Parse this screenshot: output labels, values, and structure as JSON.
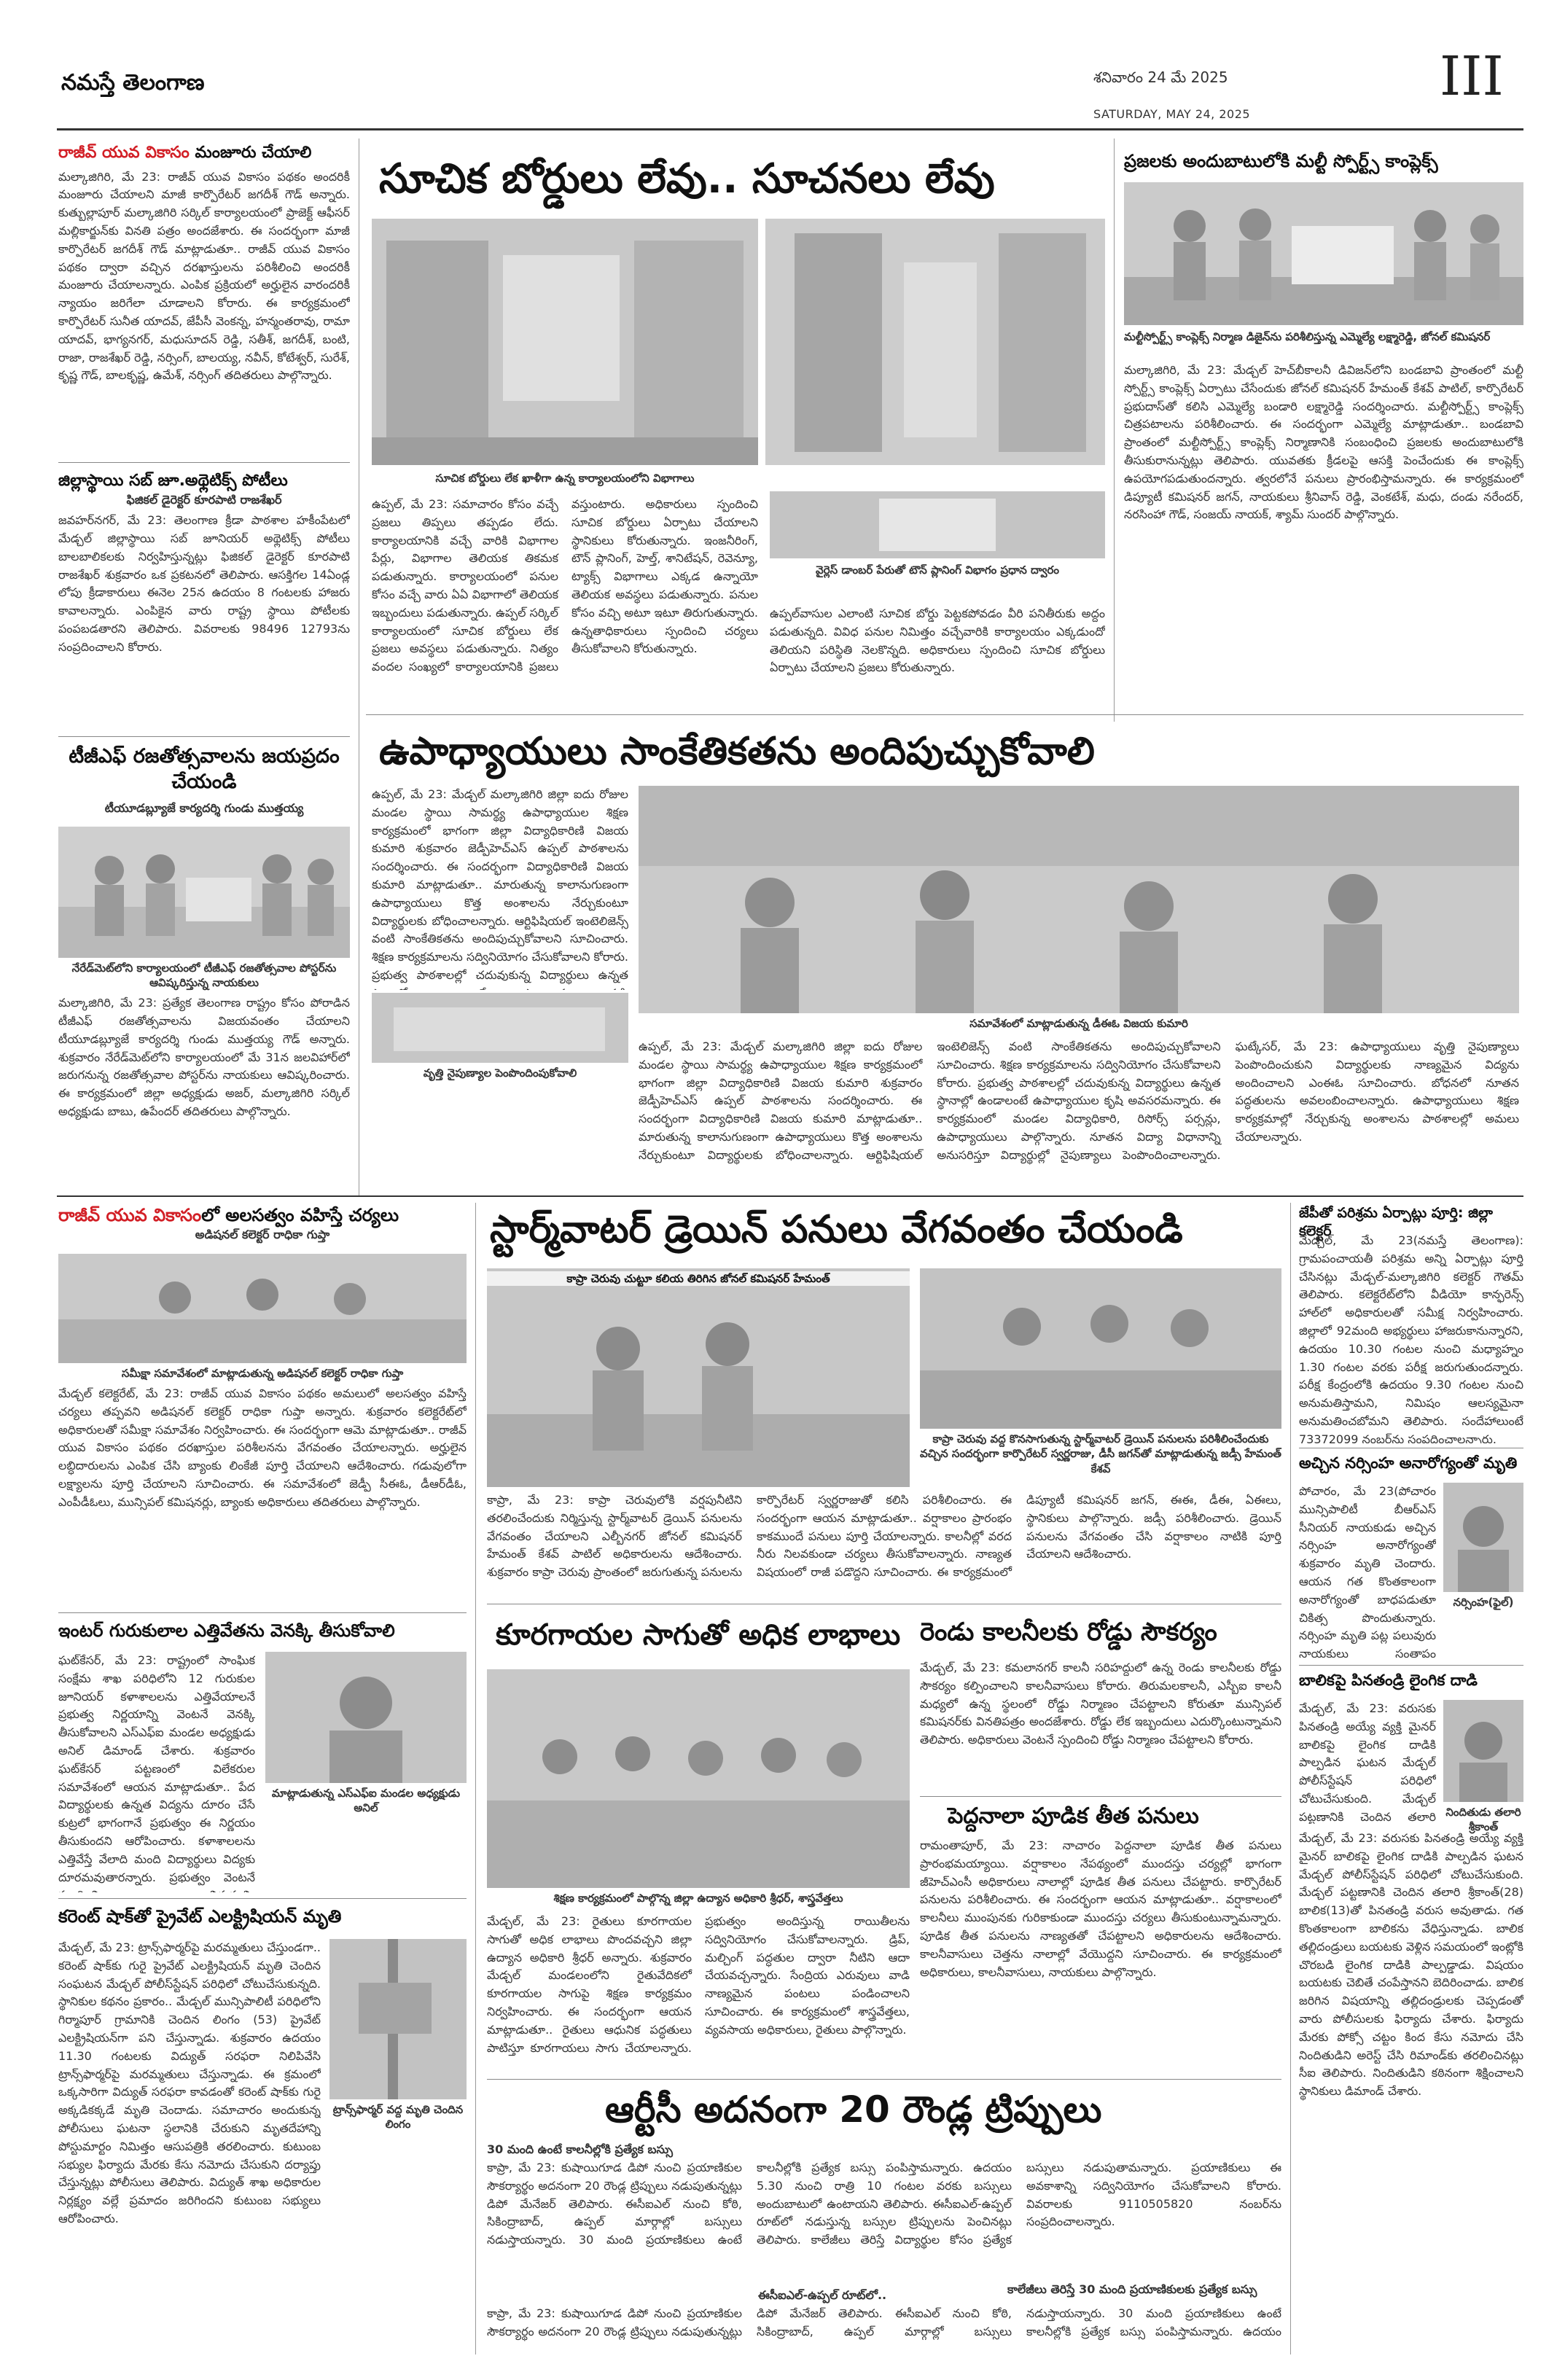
{
  "masthead": "నమస్తే తెలంగాణ",
  "page_number": "III",
  "date_te": "శనివారం 24 మే 2025",
  "date_en": "SATURDAY, MAY 24, 2025",
  "s1": {
    "kicker": "రాజీవ్ యువ వికాసం",
    "headline": "మంజూరు చేయాలి",
    "body": "మల్కాజిగిరి, మే 23: రాజీవ్ యువ వికాసం పథకం అందరికీ మంజూరు చేయాలని మాజీ కార్పొరేటర్ జగదీశ్ గౌడ్ అన్నారు. కుత్బుల్లాపూర్ మల్కాజిగిరి సర్కిల్ కార్యాలయంలో ప్రాజెక్ట్ ఆఫీసర్ మల్లికార్జున్‌కు వినతి పత్రం అందజేశారు. ఈ సందర్భంగా మాజీ కార్పొరేటర్ జగదీశ్ గౌడ్ మాట్లాడుతూ.. రాజీవ్ యువ వికాసం పథకం ద్వారా వచ్చిన దరఖాస్తులను పరిశీలించి అందరికీ మంజూరు చేయాలన్నారు. ఎంపిక ప్రక్రియలో అర్హులైన వారందరికీ న్యాయం జరిగేలా చూడాలని కోరారు. ఈ కార్యక్రమంలో కార్పొరేటర్ సునీత యాదవ్, జేపీసీ వెంకన్న, హన్మంతరావు, రామా యాదవ్, భాగ్యనగర్, మధుసూదన్ రెడ్డి, సతీశ్, జగదీశ్, బంటి, రాజా, రాజశేఖర్ రెడ్డి, నర్సింగ్, బాలయ్య, నవీన్, కోటేశ్వర్, సురేశ్, కృష్ణ గౌడ్, బాలకృష్ణ, ఉమేశ్, నర్సింగ్ తదితరులు పాల్గొన్నారు."
  },
  "s2": {
    "headline": "జిల్లాస్థాయి సబ్ జూ.అథ్లెటిక్స్ పోటీలు",
    "sub": "ఫిజికల్ డైరెక్టర్ కూరపాటి రాజశేఖర్",
    "body": "జవహర్‌నగర్, మే 23: తెలంగాణ క్రీడా పాఠశాల హకీంపేటలో మేడ్చల్ జిల్లాస్థాయి సబ్ జూనియర్ అథ్లెటిక్స్ పోటీలు బాలబాలికలకు నిర్వహిస్తున్నట్లు ఫిజికల్ డైరెక్టర్ కూరపాటి రాజశేఖర్ శుక్రవారం ఒక ప్రకటనలో తెలిపారు. ఆసక్తిగల 14ఏండ్ల లోపు క్రీడాకారులు ఈనెల 25న ఉదయం 8 గంటలకు హాజరు కావాలన్నారు. ఎంపికైన వారు రాష్ట్ర స్థాయి పోటీలకు పంపబడతారని తెలిపారు. వివరాలకు 98496 12793ను సంప్రదించాలని కోరారు."
  },
  "s3": {
    "headline": "టీజీఎఫ్ రజతోత్సవాలను జయప్రదం చేయండి",
    "sub": "టీయూడబ్ల్యూజే కార్యదర్శి గుండు ముత్తయ్య",
    "caption": "నేరేడ్‌మెట్‌లోని కార్యాలయంలో టీజీఎఫ్ రజతోత్సవాల పోస్టర్‌ను ఆవిష్కరిస్తున్న నాయకులు",
    "body": "మల్కాజిగిరి, మే 23: ప్రత్యేక తెలంగాణ రాష్ట్రం కోసం పోరాడిన టీజీఎఫ్ రజతోత్సవాలను విజయవంతం చేయాలని టీయూడబ్ల్యూజే కార్యదర్శి గుండు ముత్తయ్య గౌడ్ అన్నారు. శుక్రవారం నేరేడ్‌మెట్‌లోని కార్యాలయంలో మే 31న జలవిహార్‌లో జరుగనున్న రజతోత్సవాల పోస్టర్‌ను నాయకులు ఆవిష్కరించారు. ఈ కార్యక్రమంలో జిల్లా అధ్యక్షుడు అజర్, మల్కాజిగిరి సర్కిల్ అధ్యక్షుడు బాబు, ఉపేందర్ తదితరులు పాల్గొన్నారు."
  },
  "s4": {
    "headline": "సూచిక బోర్డులు లేవు.. సూచనలు లేవు",
    "caption": "సూచిక బోర్డులు లేక ఖాళీగా ఉన్న కార్యాలయంలోని విభాగాలు",
    "body": "ఉప్పల్, మే 23: సమాచారం కోసం వచ్చే ప్రజలు తిప్పలు తప్పడం లేదు. కార్యాలయానికి వచ్చే వారికి విభాగాల పేర్లు, విభాగాల తెలియక తికమక పడుతున్నారు. కార్యాలయంలో పనుల కోసం వచ్చే వారు ఏఏ విభాగాలో తెలియక ఇబ్బందులు పడుతున్నారు. ఉప్పల్ సర్కిల్ కార్యాలయంలో సూచిక బోర్డులు లేక ప్రజలు అవస్థలు పడుతున్నారు. నిత్యం వందల సంఖ్యలో కార్యాలయానికి ప్రజలు వస్తుంటారు. అధికారులు స్పందించి సూచిక బోర్డులు ఏర్పాటు చేయాలని స్థానికులు కోరుతున్నారు. ఇంజనీరింగ్, టౌన్ ప్లానింగ్, హెల్త్, శానిటేషన్, రెవెన్యూ, ట్యాక్స్ విభాగాలు ఎక్కడ ఉన్నాయో తెలియక అవస్థలు పడుతున్నారు. పనుల కోసం వచ్చి అటూ ఇటూ తిరుగుతున్నారు. ఉన్నతాధికారులు స్పందించి చర్యలు తీసుకోవాలని కోరుతున్నారు.",
    "sidebar_caption": "వైర్లెస్ డాంబర్ పేరుతో టౌన్ ప్లానింగ్ విభాగం ప్రధాన ద్వారం",
    "sidebar_body": "ఉప్పల్‌వాసుల ఎలాంటి సూచిక బోర్డు పెట్టకపోవడం వీరి పనితీరుకు అద్దం పడుతున్నది. వివిధ పనుల నిమిత్తం వచ్చేవారికి కార్యాలయం ఎక్కడుందో తెలియని పరిస్థితి నెలకొన్నది. అధికారులు స్పందించి సూచిక బోర్డులు ఏర్పాటు చేయాలని ప్రజలు కోరుతున్నారు."
  },
  "s5": {
    "headline": "ప్రజలకు అందుబాటులోకి మల్టీ స్పోర్ట్స్ కాంప్లెక్స్",
    "caption": "మల్టీస్పోర్ట్స్ కాంప్లెక్స్ నిర్మాణ డిజైన్‌ను పరిశీలిస్తున్న ఎమ్మెల్యే లక్ష్మారెడ్డి, జోనల్ కమిషనర్",
    "body": "మల్కాజిగిరి, మే 23: మేడ్చల్ హెచ్‌బీకాలనీ డివిజన్‌లోని బండబావి ప్రాంతంలో మల్టీ స్పోర్ట్స్ కాంప్లెక్స్ ఏర్పాటు చేసేందుకు జోనల్ కమిషనర్ హేమంత్ కేశవ్ పాటిల్, కార్పొరేటర్ ప్రభుదాస్‌తో కలిసి ఎమ్మెల్యే బండారి లక్ష్మారెడ్డి సందర్శించారు. మల్టీస్పోర్ట్స్ కాంప్లెక్స్ చిత్రపటాలను పరిశీలించారు. ఈ సందర్భంగా ఎమ్మెల్యే మాట్లాడుతూ.. బండబావి ప్రాంతంలో మల్టీస్పోర్ట్స్ కాంప్లెక్స్ నిర్మాణానికి సంబంధించి ప్రజలకు అందుబాటులోకి తీసుకురానున్నట్లు తెలిపారు. యువతకు క్రీడలపై ఆసక్తి పెంచేందుకు ఈ కాంప్లెక్స్ ఉపయోగపడుతుందన్నారు. త్వరలోనే పనులు ప్రారంభిస్తామన్నారు. ఈ కార్యక్రమంలో డిప్యూటీ కమిషనర్ జగన్, నాయకులు శ్రీనివాస్ రెడ్డి, వెంకటేశ్, మధు, దండు నరేందర్, నరసింహా గౌడ్, సంజయ్ నాయక్, శ్యామ్ సుందర్ పాల్గొన్నారు."
  },
  "s6": {
    "headline": "ఉపాధ్యాయులు సాంకేతికతను అందిపుచ్చుకోవాలి",
    "caption1": "వృత్తి నైపుణ్యాల పెంపొందింపుకోవాలి",
    "caption2": "సమావేశంలో మాట్లాడుతున్న డీఈఓ విజయ కుమారి",
    "body": "ఉప్పల్, మే 23: మేడ్చల్ మల్కాజిగిరి జిల్లా ఐదు రోజుల మండల స్థాయి సామర్థ్య ఉపాధ్యాయుల శిక్షణ కార్యక్రమంలో భాగంగా జిల్లా విద్యాధికారిణి విజయ కుమారి శుక్రవారం జెడ్పీహెచ్ఎస్ ఉప్పల్ పాఠశాలను సందర్శించారు. ఈ సందర్భంగా విద్యాధికారిణి విజయ కుమారి మాట్లాడుతూ.. మారుతున్న కాలానుగుణంగా ఉపాధ్యాయులు కొత్త అంశాలను నేర్చుకుంటూ విద్యార్థులకు బోధించాలన్నారు. ఆర్టిఫిషియల్ ఇంటెలిజెన్స్ వంటి సాంకేతికతను అందిపుచ్చుకోవాలని సూచించారు. శిక్షణ కార్యక్రమాలను సద్వినియోగం చేసుకోవాలని కోరారు. ప్రభుత్వ పాఠశాలల్లో చదువుకున్న విద్యార్థులు ఉన్నత స్థానాల్లో ఉండాలంటే ఉపాధ్యాయుల కృషి అవసరమన్నారు. ఈ కార్యక్రమంలో మండల విద్యాధికారి, రిసోర్స్ పర్సన్లు, ఉపాధ్యాయులు పాల్గొన్నారు. నూతన విద్యా విధానాన్ని అనుసరిస్తూ విద్యార్థుల్లో నైపుణ్యాలు పెంపొందించాలన్నారు. ఘట్కేసర్, మే 23: ఉపాధ్యాయులు వృత్తి నైపుణ్యాలు పెంపొందించుకుని విద్యార్థులకు నాణ్యమైన విద్యను అందించాలని ఎంఈఓ సూచించారు. బోధనలో నూతన పద్ధతులను అవలంబించాలన్నారు. ఉపాధ్యాయులు శిక్షణ కార్యక్రమాల్లో నేర్చుకున్న అంశాలను పాఠశాలల్లో అమలు చేయాలన్నారు."
  },
  "s7": {
    "kicker": "రాజీవ్ యువ వికాసం",
    "headline": "లో అలసత్వం వహిస్తే చర్యలు",
    "sub": "అడిషనల్ కలెక్టర్ రాధికా గుప్తా",
    "caption": "సమీక్షా సమావేశంలో మాట్లాడుతున్న అడిషనల్ కలెక్టర్ రాధికా గుప్తా",
    "body": "మేడ్చల్ కలెక్టరేట్, మే 23: రాజీవ్ యువ వికాసం పథకం అమలులో అలసత్వం వహిస్తే చర్యలు తప్పవని అడిషనల్ కలెక్టర్ రాధికా గుప్తా అన్నారు. శుక్రవారం కలెక్టరేట్‌లో అధికారులతో సమీక్షా సమావేశం నిర్వహించారు. ఈ సందర్భంగా ఆమె మాట్లాడుతూ.. రాజీవ్ యువ వికాసం పథకం దరఖాస్తుల పరిశీలనను వేగవంతం చేయాలన్నారు. అర్హులైన లబ్ధిదారులను ఎంపిక చేసి బ్యాంకు లింకేజీ పూర్తి చేయాలని ఆదేశించారు. గడువులోగా లక్ష్యాలను పూర్తి చేయాలని సూచించారు. ఈ సమావేశంలో జెడ్పీ సీఈఓ, డీఆర్‌డీఓ, ఎంపీడీఓలు, మున్సిపల్ కమిషనర్లు, బ్యాంకు అధికారులు తదితరులు పాల్గొన్నారు."
  },
  "s8": {
    "headline": "ఇంటర్ గురుకులాల ఎత్తివేతను వెనక్కి తీసుకోవాలి",
    "caption": "మాట్లాడుతున్న ఎస్ఎఫ్ఐ మండల అధ్యక్షుడు అనిల్",
    "body": "ఘట్‌కేసర్, మే 23: రాష్ట్రంలో సాంఘిక సంక్షేమ శాఖ పరిధిలోని 12 గురుకుల జూనియర్ కళాశాలలను ఎత్తివేయాలనే ప్రభుత్వ నిర్ణయాన్ని వెంటనే వెనక్కి తీసుకోవాలని ఎస్ఎఫ్ఐ మండల అధ్యక్షుడు అనిల్ డిమాండ్ చేశారు. శుక్రవారం ఘట్‌కేసర్ పట్టణంలో విలేకరుల సమావేశంలో ఆయన మాట్లాడుతూ.. పేద విద్యార్థులకు ఉన్నత విద్యను దూరం చేసే కుట్రలో భాగంగానే ప్రభుత్వం ఈ నిర్ణయం తీసుకుందని ఆరోపించారు. కళాశాలలను ఎత్తివేస్తే వేలాది మంది విద్యార్థులు విద్యకు దూరమవుతారన్నారు. ప్రభుత్వం వెంటనే స్పందించి నిర్ణయాన్ని ఉపసంహరించుకోవాలని లేనిపక్షంలో ఉద్యమిస్తామని హెచ్చరించారు. ఈ కార్యక్రమంలో ఎస్ఎఫ్ఐ నాయకులు పాల్గొన్నారు."
  },
  "s9": {
    "headline": "కరెంట్ షాక్‌తో ప్రైవేట్ ఎలక్ట్రిషియన్ మృతి",
    "caption": "ట్రాన్స్‌ఫార్మర్ వద్ద మృతి చెందిన లింగం",
    "body": "మేడ్చల్, మే 23: ట్రాన్స్‌ఫార్మర్‌పై మరమ్మతులు చేస్తుండగా.. కరెంట్ షాక్‌కు గురై ప్రైవేట్ ఎలక్ట్రిషియన్ మృతి చెందిన సంఘటన మేడ్చల్ పోలీస్‌స్టేషన్ పరిధిలో చోటుచేసుకున్నది. స్థానికుల కథనం ప్రకారం.. మేడ్చల్ మున్సిపాలిటీ పరిధిలోని గిర్మాపూర్ గ్రామానికి చెందిన లింగం (53) ప్రైవేట్ ఎలక్ట్రిషియన్‌గా పని చేస్తున్నాడు. శుక్రవారం ఉదయం 11.30 గంటలకు విద్యుత్ సరఫరా నిలిపివేసి ట్రాన్స్‌ఫార్మర్‌పై మరమ్మతులు చేస్తున్నాడు. ఈ క్రమంలో ఒక్కసారిగా విద్యుత్ సరఫరా కావడంతో కరెంట్ షాక్‌కు గురై అక్కడికక్కడే మృతి చెందాడు. సమాచారం అందుకున్న పోలీసులు ఘటనా స్థలానికి చేరుకుని మృతదేహాన్ని పోస్టుమార్టం నిమిత్తం ఆసుపత్రికి తరలించారు. కుటుంబ సభ్యుల ఫిర్యాదు మేరకు కేసు నమోదు చేసుకుని దర్యాప్తు చేస్తున్నట్లు పోలీసులు తెలిపారు. విద్యుత్ శాఖ అధికారుల నిర్లక్ష్యం వల్లే ప్రమాదం జరిగిందని కుటుంబ సభ్యులు ఆరోపించారు."
  },
  "s10": {
    "headline": "స్టార్మ్‌వాటర్ డ్రెయిన్ పనులు వేగవంతం చేయండి",
    "caption1": "కాప్రా చెరువు చుట్టూ కలియ తిరిగిన జోనల్ కమిషనర్ హేమంత్",
    "caption2": "కాప్రా చెరువు వద్ద కొనసాగుతున్న స్టార్మ్‌వాటర్ డ్రెయిన్ పనులను పరిశీలించేందుకు వచ్చిన సందర్భంగా కార్పొరేటర్ స్వర్ణరాజు, డీసీ జగన్‌తో మాట్లాడుతున్న జడ్సీ హేమంత్ కేశవ్",
    "body": "కాప్రా, మే 23: కాప్రా చెరువులోకి వర్షపునీటిని తరలించేందుకు నిర్మిస్తున్న స్టార్మ్‌వాటర్ డ్రెయిన్ పనులను వేగవంతం చేయాలని ఎల్బీనగర్ జోనల్ కమిషనర్ హేమంత్ కేశవ్ పాటిల్ అధికారులను ఆదేశించారు. శుక్రవారం కాప్రా చెరువు ప్రాంతంలో జరుగుతున్న పనులను కార్పొరేటర్ స్వర్ణరాజుతో కలిసి పరిశీలించారు. ఈ సందర్భంగా ఆయన మాట్లాడుతూ.. వర్షాకాలం ప్రారంభం కాకముందే పనులు పూర్తి చేయాలన్నారు. కాలనీల్లో వరద నీరు నిలవకుండా చర్యలు తీసుకోవాలన్నారు. నాణ్యత విషయంలో రాజీ పడొద్దని సూచించారు. ఈ కార్యక్రమంలో డిప్యూటీ కమిషనర్ జగన్, ఈఈ, డీఈ, ఏఈలు, స్థానికులు పాల్గొన్నారు. జడ్సీ పరిశీలించారు. డ్రెయిన్ పనులను వేగవంతం చేసి వర్షాకాలం నాటికి పూర్తి చేయాలని ఆదేశించారు."
  },
  "s11": {
    "headline": "జేపీతో పరిశ్రమ ఏర్పాట్లు పూర్తి: జిల్లా కలెక్టర్",
    "body": "మేడ్చల్, మే 23(నమస్తే తెలంగాణ): గ్రామపంచాయతీ పరిశ్రమ అన్ని ఏర్పాట్లు పూర్తి చేసినట్లు మేడ్చల్-మల్కాజిగిరి కలెక్టర్ గౌతమ్ తెలిపారు. కలెక్టరేట్‌లోని వీడియో కాన్ఫరెన్స్ హాల్‌లో అధికారులతో సమీక్ష నిర్వహించారు. జిల్లాలో 92మంది అభ్యర్థులు హాజరుకానున్నారని, ఉదయం 10.30 గంటల నుంచి మధ్యాహ్నం 1.30 గంటల వరకు పరీక్ష జరుగుతుందన్నారు. పరీక్ష కేంద్రంలోకి ఉదయం 9.30 గంటల నుంచి అనుమతిస్తామని, నిమిషం ఆలస్యమైనా అనుమతించబోమని తెలిపారు. సందేహాలుంటే 73372099 నంబర్‌ను సంప్రదించాలన్నారు."
  },
  "s12": {
    "headline": "అచ్చిన నర్సింహ అనారోగ్యంతో మృతి",
    "caption": "నర్సింహ(ఫైల్)",
    "body": "పోచారం, మే 23(పోచారం మున్సిపాలిటీ బీఆర్ఎస్ సీనియర్ నాయకుడు అచ్చిన నర్సింహ అనారోగ్యంతో శుక్రవారం మృతి చెందారు. ఆయన గత కొంతకాలంగా అనారోగ్యంతో బాధపడుతూ చికిత్స పొందుతున్నారు. నర్సింహ మృతి పట్ల పలువురు నాయకులు సంతాపం తెలిపారు. ఆయన కుటుంబ సభ్యులను పరామర్శించారు. మాజీ ఎంపీపీ, బీఆర్ఎస్ నాయకులు, స్థానికులు ఆయన భౌతిక కాయానికి నివాళులర్పించారు."
  },
  "s13": {
    "headline": "బాలికపై పినతండ్రి లైంగిక దాడి",
    "caption": "నిందితుడు తలారి శ్రీకాంత్",
    "body": "మేడ్చల్, మే 23: వరుసకు పినతండ్రి అయ్యే వ్యక్తి మైనర్ బాలికపై లైంగిక దాడికి పాల్పడిన ఘటన మేడ్చల్ పోలీస్‌స్టేషన్ పరిధిలో చోటుచేసుకుంది. మేడ్చల్ పట్టణానికి చెందిన తలారి శ్రీకాంత్(28) బాలిక(13)తో పినతండ్రి వరుస అవుతాడు. గత కొంతకాలంగా బాలికను వేధిస్తున్నాడు. బాలిక తల్లిదండ్రులు బయటకు వెళ్లిన సమయంలో ఇంట్లోకి చొరబడి లైంగిక దాడికి పాల్పడ్డాడు. విషయం బయటకు చెబితే చంపేస్తానని బెదిరించాడు. బాలిక జరిగిన విషయాన్ని తల్లిదండ్రులకు చెప్పడంతో వారు పోలీసులకు ఫిర్యాదు చేశారు. ఫిర్యాదు మేరకు పోక్సో చట్టం కింద కేసు నమోదు చేసి నిందితుడిని అరెస్ట్ చేసి రిమాండ్‌కు తరలించినట్లు సీఐ తెలిపారు. నిందితుడిని కఠినంగా శిక్షించాలని స్థానికులు డిమాండ్ చేశారు."
  },
  "s14": {
    "headline": "కూరగాయల సాగుతో అధిక లాభాలు",
    "caption": "శిక్షణ కార్యక్రమంలో పాల్గొన్న జిల్లా ఉద్యాన అధికారి శ్రీధర్, శాస్త్రవేత్తలు",
    "body": "మేడ్చల్, మే 23: రైతులు కూరగాయల సాగుతో అధిక లాభాలు పొందవచ్చని జిల్లా ఉద్యాన అధికారి శ్రీధర్ అన్నారు. శుక్రవారం మేడ్చల్ మండలంలోని రైతువేదికలో కూరగాయల సాగుపై శిక్షణ కార్యక్రమం నిర్వహించారు. ఈ సందర్భంగా ఆయన మాట్లాడుతూ.. రైతులు ఆధునిక పద్ధతులు పాటిస్తూ కూరగాయలు సాగు చేయాలన్నారు. ప్రభుత్వం అందిస్తున్న రాయితీలను సద్వినియోగం చేసుకోవాలన్నారు. డ్రిప్, మల్చింగ్ పద్ధతుల ద్వారా నీటిని ఆదా చేయవచ్చన్నారు. సేంద్రియ ఎరువులు వాడి నాణ్యమైన పంటలు పండించాలని సూచించారు. ఈ కార్యక్రమంలో శాస్త్రవేత్తలు, వ్యవసాయ అధికారులు, రైతులు పాల్గొన్నారు."
  },
  "s15": {
    "headline": "రెండు కాలనీలకు రోడ్డు సౌకర్యం",
    "body": "మేడ్చల్, మే 23: కమలానగర్ కాలనీ సరిహద్దులో ఉన్న రెండు కాలనీలకు రోడ్డు సౌకర్యం కల్పించాలని కాలనీవాసులు కోరారు. తిరుమలకాలనీ, ఎస్బీఐ కాలనీ మధ్యలో ఉన్న స్థలంలో రోడ్డు నిర్మాణం చేపట్టాలని కోరుతూ మున్సిపల్ కమిషనర్‌కు వినతిపత్రం అందజేశారు. రోడ్డు లేక ఇబ్బందులు ఎదుర్కొంటున్నామని తెలిపారు. అధికారులు వెంటనే స్పందించి రోడ్డు నిర్మాణం చేపట్టాలని కోరారు."
  },
  "s16": {
    "headline": "పెద్దనాలా పూడిక తీత పనులు",
    "body": "రామంతాపూర్, మే 23: నాచారం పెద్దనాలా పూడిక తీత పనులు ప్రారంభమయ్యాయి. వర్షాకాలం నేపథ్యంలో ముందస్తు చర్యల్లో భాగంగా జీహెచ్ఎంసీ అధికారులు నాలాల్లో పూడిక తీత పనులు చేపట్టారు. కార్పొరేటర్ పనులను పరిశీలించారు. ఈ సందర్భంగా ఆయన మాట్లాడుతూ.. వర్షాకాలంలో కాలనీలు ముంపునకు గురికాకుండా ముందస్తు చర్యలు తీసుకుంటున్నామన్నారు. పూడిక తీత పనులను నాణ్యతతో చేపట్టాలని అధికారులను ఆదేశించారు. కాలనీవాసులు చెత్తను నాలాల్లో వేయొద్దని సూచించారు. ఈ కార్యక్రమంలో అధికారులు, కాలనీవాసులు, నాయకులు పాల్గొన్నారు."
  },
  "s17": {
    "headline": "ఆర్టీసీ అదనంగా 20 రౌండ్ల ట్రిప్పులు",
    "sub1": "30 మంది ఉంటే కాలనీల్లోకి ప్రత్యేక బస్సు",
    "sub2": "ఈసీఐఎల్-ఉప్పల్ రూట్‌లో..",
    "sub3": "కాలేజీలు తెరిస్తే 30 మంది ప్రయాణికులకు ప్రత్యేక బస్సు",
    "body": "కాప్రా, మే 23: కుషాయిగూడ డిపో నుంచి ప్రయాణికుల సౌకర్యార్థం అదనంగా 20 రౌండ్ల ట్రిప్పులు నడుపుతున్నట్లు డిపో మేనేజర్ తెలిపారు. ఈసీఐఎల్ నుంచి కోఠి, సికింద్రాబాద్, ఉప్పల్ మార్గాల్లో బస్సులు నడుస్తాయన్నారు. 30 మంది ప్రయాణికులు ఉంటే కాలనీల్లోకి ప్రత్యేక బస్సు పంపిస్తామన్నారు. ఉదయం 5.30 నుంచి రాత్రి 10 గంటల వరకు బస్సులు అందుబాటులో ఉంటాయని తెలిపారు. ఈసీఐఎల్-ఉప్పల్ రూట్‌లో నడుస్తున్న బస్సుల ట్రిప్పులను పెంచినట్లు తెలిపారు. కాలేజీలు తెరిస్తే విద్యార్థుల కోసం ప్రత్యేక బస్సులు నడుపుతామన్నారు. ప్రయాణికులు ఈ అవకాశాన్ని సద్వినియోగం చేసుకోవాలని కోరారు. వివరాలకు 9110505820 నంబర్‌ను సంప్రదించాలన్నారు."
  }
}
